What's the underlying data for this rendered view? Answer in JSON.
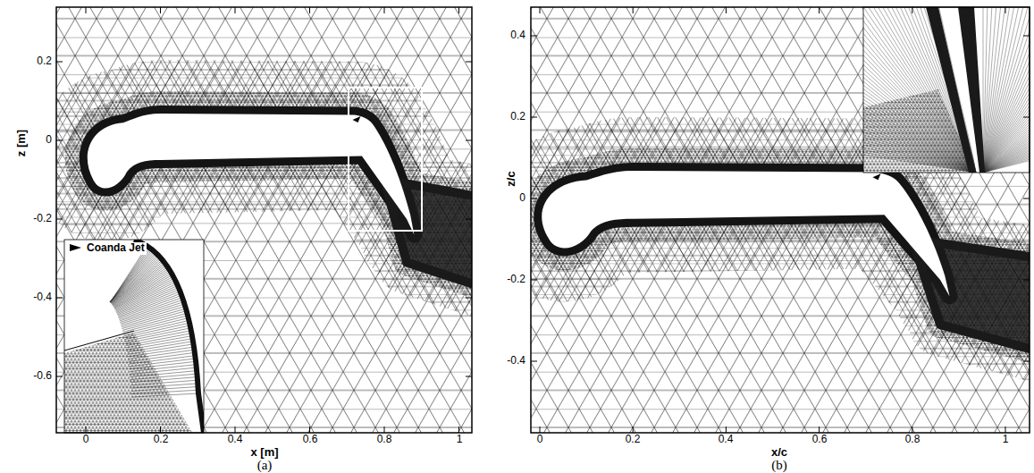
{
  "diagram": {
    "labels": [
      "0.2",
      "0",
      "-0.2",
      "-0.4",
      "-0.6",
      "z [m]",
      "0",
      "0.2",
      "0.4",
      "0.6",
      "0.8",
      "1",
      "x [m]",
      "Coanda Jet",
      "(a)",
      "0.4",
      "0.2",
      "0",
      "-0.2",
      "-0.4",
      "z/c",
      "0",
      "0.2",
      "0.4",
      "0.6",
      "0.8",
      "1",
      "x/c",
      "(b)"
    ]
  }
}
